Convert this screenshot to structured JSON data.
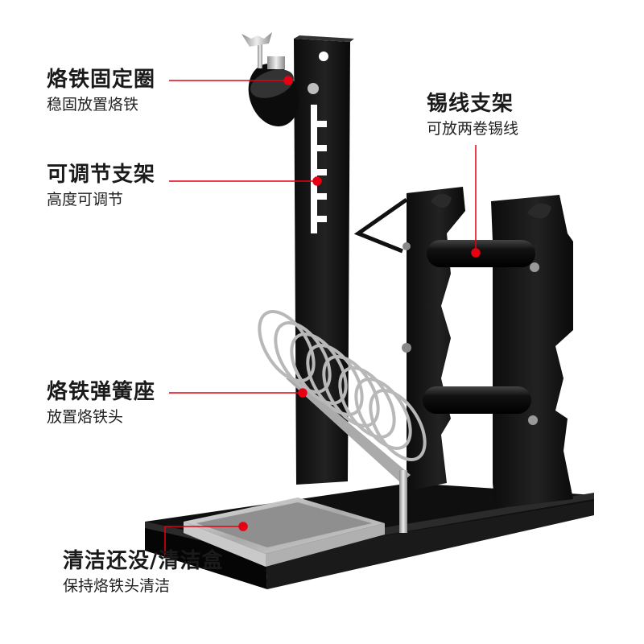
{
  "callouts": {
    "iron_ring": {
      "title": "烙铁固定圈",
      "subtitle": "稳固放置烙铁"
    },
    "adjust": {
      "title": "可调节支架",
      "subtitle": "高度可调节"
    },
    "wire": {
      "title": "锡线支架",
      "subtitle": "可放两卷锡线"
    },
    "spring": {
      "title": "烙铁弹簧座",
      "subtitle": "放置烙铁头"
    },
    "clean": {
      "title": "清洁还没/清洁盒",
      "subtitle": "保持烙铁头清洁"
    }
  },
  "colors": {
    "background": "#ffffff",
    "stand_black": "#141414",
    "callout_line": "#e60012",
    "tray_steel": "#c4c4c4",
    "spring_steel": "#bdbdbd"
  }
}
